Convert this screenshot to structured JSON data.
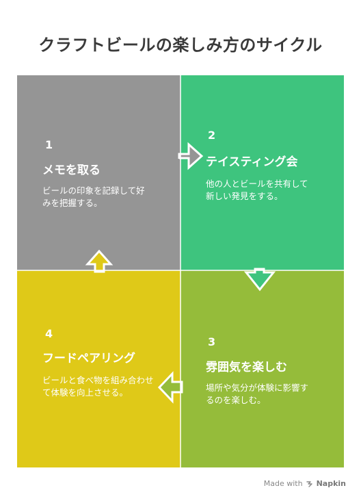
{
  "title": "クラフトビールの楽しみ方のサイクル",
  "colors": {
    "step1": "#959595",
    "step2": "#3ec47e",
    "step3": "#95bc3a",
    "step4": "#dfc918"
  },
  "steps": [
    {
      "number": "1",
      "heading": "メモを取る",
      "description": "ビールの印象を記録して好みを把握する。"
    },
    {
      "number": "2",
      "heading": "テイスティング会",
      "description": "他の人とビールを共有して新しい発見をする。"
    },
    {
      "number": "3",
      "heading": "雰囲気を楽しむ",
      "description": "場所や気分が体験に影響するのを楽しむ。"
    },
    {
      "number": "4",
      "heading": "フードペアリング",
      "description": "ビールと食べ物を組み合わせて体験を向上させる。"
    }
  ],
  "footer": {
    "made_with": "Made with",
    "brand": "Napkin",
    "icon": "napkin-logo-icon"
  }
}
